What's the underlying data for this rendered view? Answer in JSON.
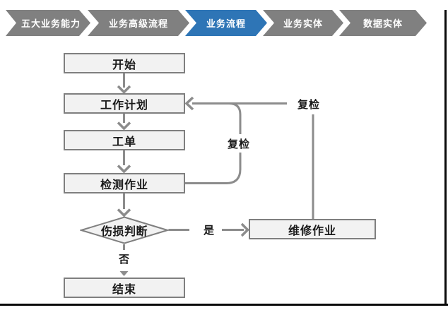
{
  "breadcrumb": {
    "items": [
      {
        "label": "五大业务能力",
        "active": false
      },
      {
        "label": "业务高级流程",
        "active": false
      },
      {
        "label": "业务流程",
        "active": true
      },
      {
        "label": "业务实体",
        "active": false
      },
      {
        "label": "数据实体",
        "active": false
      }
    ]
  },
  "flowchart": {
    "nodes": {
      "start": {
        "label": "开始",
        "shape": "rect"
      },
      "plan": {
        "label": "工作计划",
        "shape": "rect"
      },
      "order": {
        "label": "工单",
        "shape": "rect"
      },
      "inspect": {
        "label": "检测作业",
        "shape": "rect"
      },
      "decision": {
        "label": "伤损判断",
        "shape": "diamond"
      },
      "repair": {
        "label": "维修作业",
        "shape": "rect"
      },
      "end": {
        "label": "结束",
        "shape": "rect"
      }
    },
    "edge_labels": {
      "yes": "是",
      "no": "否",
      "recheck_inner": "复检",
      "recheck_outer": "复检"
    },
    "edges": [
      {
        "from": "start",
        "to": "plan"
      },
      {
        "from": "plan",
        "to": "order"
      },
      {
        "from": "order",
        "to": "inspect"
      },
      {
        "from": "inspect",
        "to": "decision"
      },
      {
        "from": "decision",
        "to": "repair",
        "label": "是"
      },
      {
        "from": "decision",
        "to": "end",
        "label": "否"
      },
      {
        "from": "inspect",
        "to": "plan",
        "label": "复检"
      },
      {
        "from": "repair",
        "to": "plan",
        "label": "复检"
      }
    ]
  },
  "colors": {
    "chevron_gray": "#808080",
    "chevron_active_blue": "#2E75B6",
    "chevron_text": "#FFFFFF",
    "node_fill": "#F2F2F2",
    "node_border": "#7F7F7F",
    "connector": "#8C8C8C",
    "label_text": "#1A1A1A",
    "frame": "#0A0A0A"
  }
}
